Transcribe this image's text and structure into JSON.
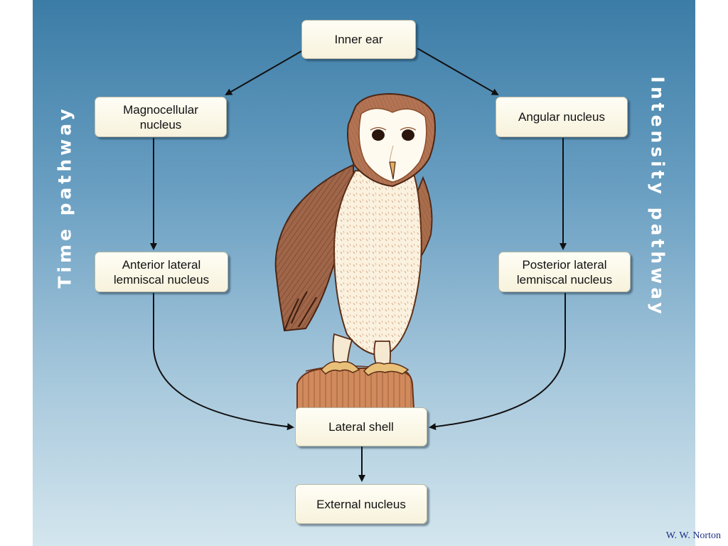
{
  "diagram": {
    "nodes": {
      "inner_ear": "Inner ear",
      "magnocellular": "Magnocellular\nnucleus",
      "angular": "Angular nucleus",
      "anterior": "Anterior lateral\nlemniscal nucleus",
      "posterior": "Posterior lateral\nlemniscal nucleus",
      "lateral_shell": "Lateral shell",
      "external": "External nucleus"
    },
    "side_labels": {
      "left": "Time pathway",
      "right": "Intensity pathway"
    },
    "illustration": "barn-owl-on-stump"
  },
  "credit": "W. W. Norton",
  "colors": {
    "background_top": "#3b7ca6",
    "background_bottom": "#d4e6ee",
    "node_fill": "#fdfbee",
    "arrow": "#111111",
    "credit_text": "#1b2f88"
  }
}
